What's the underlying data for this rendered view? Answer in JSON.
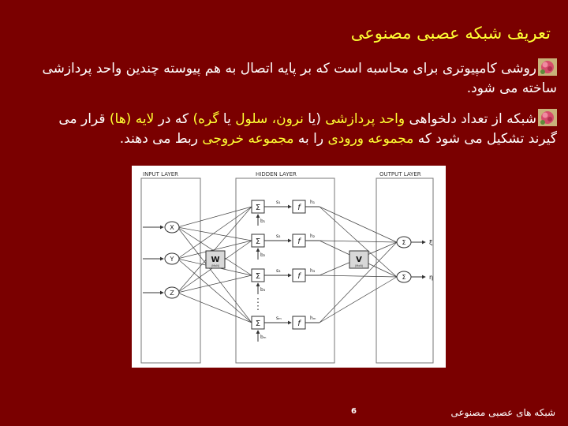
{
  "slide": {
    "title": "تعریف شبکه عصبی مصنوعی",
    "bullets": [
      {
        "icon": "flower-bullet-icon",
        "text": "روشی کامپیوتری برای محاسبه است که بر پایه اتصال به هم پیوسته چندین واحد  پردازشی  ساخته می شود."
      },
      {
        "icon": "flower-bullet-icon",
        "parts": [
          "شبکه از تعداد دلخواهی ",
          "واحد  پردازشی ",
          "(یا ",
          "نرون، سلول",
          " یا ",
          "گره)",
          " که در ",
          "لایه (ها)",
          " قرار می گیرند تشکیل می شود  که ",
          "مجموعه ورودی",
          " را به ",
          "مجموعه خروجی",
          " ربط می دهند."
        ]
      }
    ],
    "footer": {
      "title": "شبکه های عصبی مصنوعی",
      "page": "6"
    }
  },
  "diagram": {
    "layer_labels": [
      "INPUT LAYER",
      "HIDDEN LAYER",
      "OUTPUT LAYER"
    ],
    "inputs": [
      "X",
      "Y",
      "Z"
    ],
    "input_weight_matrix": {
      "label": "W",
      "sub": "(MxN)"
    },
    "hidden_units": [
      {
        "sum": "Σ",
        "s": "s₁",
        "f": "f",
        "h": "h₁",
        "b": "b₁"
      },
      {
        "sum": "Σ",
        "s": "s₂",
        "f": "f",
        "h": "h₂",
        "b": "b₂"
      },
      {
        "sum": "Σ",
        "s": "s₃",
        "f": "f",
        "h": "h₃",
        "b": "b₃"
      },
      {
        "sum": "Σ",
        "s": "sₘ",
        "f": "f",
        "h": "hₘ",
        "b": "bₘ"
      }
    ],
    "output_weight_matrix": {
      "label": "V",
      "sub": "(MxN)"
    },
    "outputs": [
      {
        "sum": "Σ",
        "label": "ξ"
      },
      {
        "sum": "Σ",
        "label": "η"
      }
    ],
    "colors": {
      "background": "#7a0000",
      "highlight": "#ffff33",
      "text": "#ffffff"
    }
  }
}
